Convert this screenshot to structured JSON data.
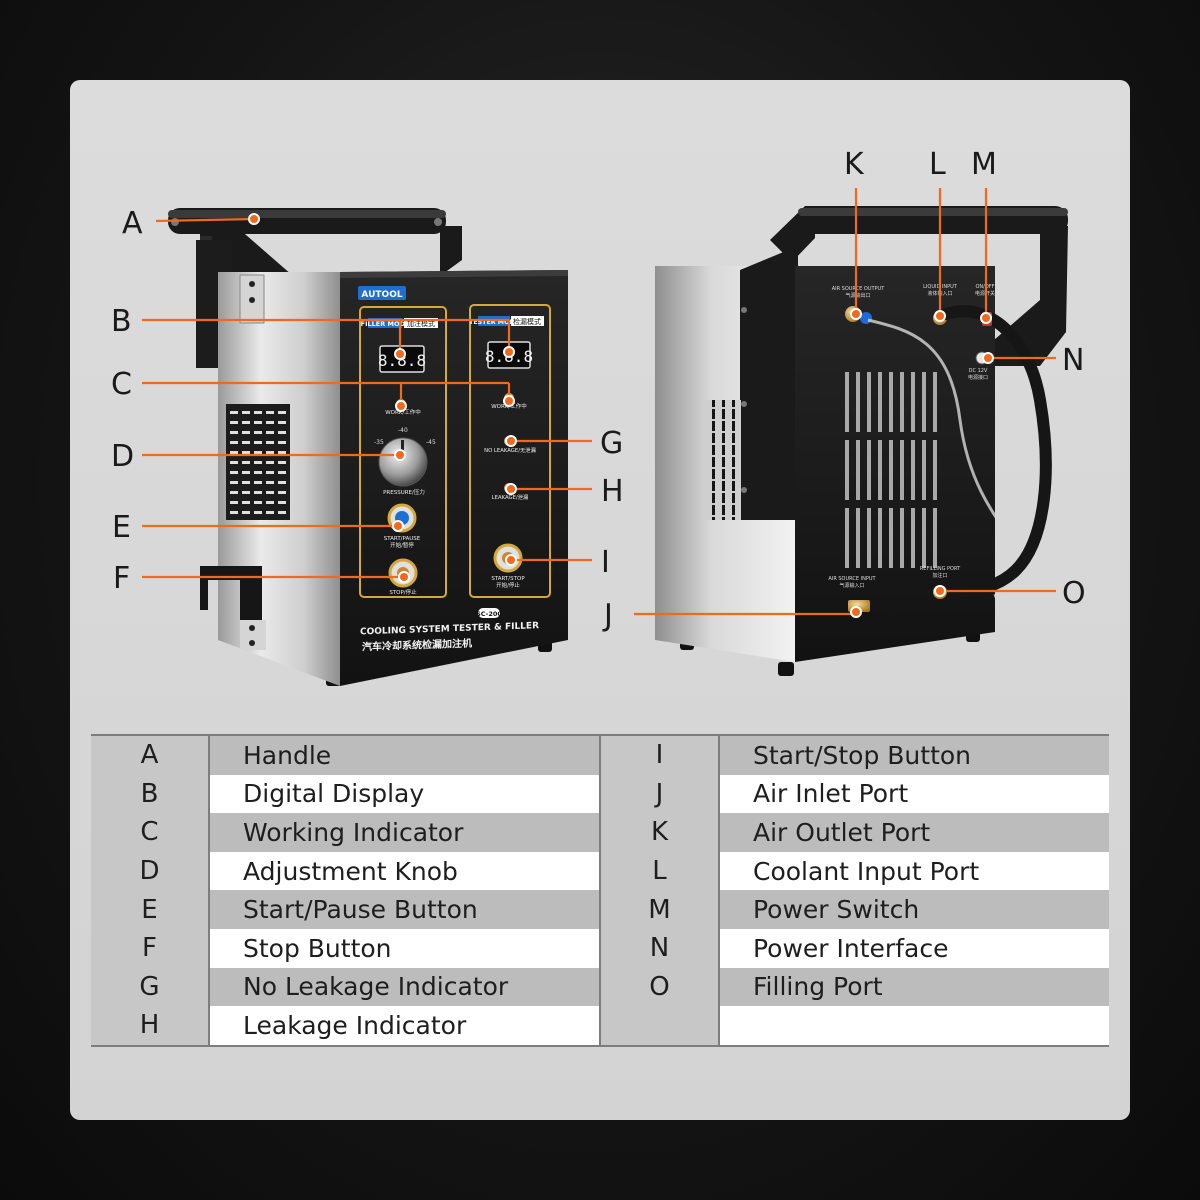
{
  "callouts": {
    "A": "A",
    "B": "B",
    "C": "C",
    "D": "D",
    "E": "E",
    "F": "F",
    "G": "G",
    "H": "H",
    "I": "I",
    "J": "J",
    "K": "K",
    "L": "L",
    "M": "M",
    "N": "N",
    "O": "O"
  },
  "device": {
    "brand": "AUTOOL",
    "filler_mode": "FILLER MODE",
    "filler_mode_cn": "加注模式",
    "tester_mode": "TESTER MODE",
    "tester_mode_cn": "检漏模式",
    "display_left": "8.8.8",
    "display_right": "8.8.8",
    "work_left": "WORK/工作中",
    "work_right": "WORK/工作中",
    "pressure_label": "PRESSURE/压力",
    "dial_min": "-35",
    "dial_mid": "-40",
    "dial_max": "-45",
    "start_pause": "START/PAUSE",
    "start_pause_cn": "开始/暂停",
    "stop": "STOP/停止",
    "no_leakage": "NO LEAKAGE/无泄漏",
    "leakage": "LEAKAGE/泄漏",
    "start_stop": "START/STOP",
    "start_stop_cn": "开始/停止",
    "product_name": "COOLING SYSTEM TESTER & FILLER",
    "product_model": "SC-200",
    "product_name_cn": "汽车冷却系统检漏加注机",
    "air_outlet_port": "AIR SOURCE OUTPUT",
    "air_outlet_port_cn": "气源输出口",
    "coolant_input": "LIQUID INPUT",
    "coolant_input_cn": "液体输入口",
    "power_switch": "ON/OFF",
    "power_switch_cn": "电源开关",
    "dc_port": "DC 12V",
    "dc_port_cn": "电源接口",
    "air_inlet_port": "AIR SOURCE INPUT",
    "air_inlet_port_cn": "气源输入口",
    "filling_port": "REFILLING PORT",
    "filling_port_cn": "加注口"
  },
  "legend": [
    {
      "key": "A",
      "label": "Handle",
      "key2": "I",
      "label2": "Start/Stop Button"
    },
    {
      "key": "B",
      "label": "Digital Display",
      "key2": "J",
      "label2": "Air Inlet Port"
    },
    {
      "key": "C",
      "label": "Working Indicator",
      "key2": "K",
      "label2": "Air Outlet Port"
    },
    {
      "key": "D",
      "label": "Adjustment Knob",
      "key2": "L",
      "label2": "Coolant Input Port"
    },
    {
      "key": "E",
      "label": "Start/Pause Button",
      "key2": "M",
      "label2": "Power Switch"
    },
    {
      "key": "F",
      "label": "Stop Button",
      "key2": "N",
      "label2": "Power Interface"
    },
    {
      "key": "G",
      "label": "No Leakage Indicator",
      "key2": "O",
      "label2": "Filling Port"
    },
    {
      "key": "H",
      "label": "Leakage Indicator",
      "key2": "",
      "label2": ""
    }
  ],
  "colors": {
    "leader": "#ef6a1e",
    "panel_bg": "#d8d8d8",
    "device_face": "#1b1b1b",
    "device_steel": "#c9c9c9",
    "gold_outline": "#d4a83a",
    "badge_blue": "#1f6fd0"
  }
}
